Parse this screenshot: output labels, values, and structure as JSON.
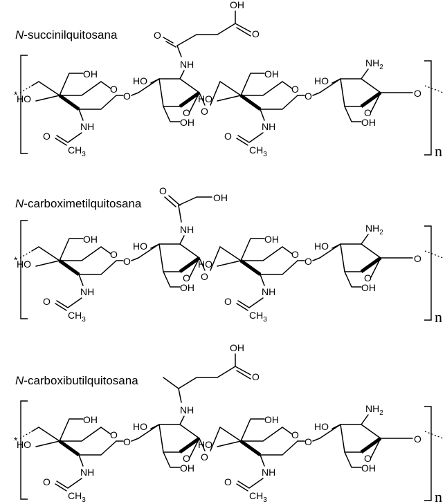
{
  "structures": [
    {
      "title_prefix": "N",
      "title_rest": "-succinilquitosana",
      "substituent": "succinyl",
      "repeat_label": "n",
      "atoms": {
        "acid_oh": "OH",
        "acid_o": "O",
        "amide_o": "O",
        "linked_nh": "NH",
        "ring_o": "O",
        "glyco_o": "O",
        "oh": "OH",
        "ho": "HO",
        "nh": "NH",
        "ch3_c": "CH",
        "ch3_sub": "3",
        "nh2_n": "NH",
        "nh2_sub": "2",
        "end_star": "*"
      }
    },
    {
      "title_prefix": "N",
      "title_rest": "-carboximetilquitosana",
      "substituent": "carboxy",
      "repeat_label": "n",
      "atoms": {
        "acid_oh": "OH",
        "acid_o": "O",
        "amide_o": "O",
        "linked_nh": "NH",
        "ring_o": "O",
        "glyco_o": "O",
        "oh": "OH",
        "ho": "HO",
        "nh": "NH",
        "ch3_c": "CH",
        "ch3_sub": "3",
        "nh2_n": "NH",
        "nh2_sub": "2",
        "end_star": "*"
      }
    },
    {
      "title_prefix": "N",
      "title_rest": "-carboxibutilquitosana",
      "substituent": "butyl",
      "repeat_label": "n",
      "atoms": {
        "acid_oh": "OH",
        "acid_o": "O",
        "amide_o": "O",
        "linked_nh": "NH",
        "ring_o": "O",
        "glyco_o": "O",
        "oh": "OH",
        "ho": "HO",
        "nh": "NH",
        "ch3_c": "CH",
        "ch3_sub": "3",
        "nh2_n": "NH",
        "nh2_sub": "2",
        "end_star": "*"
      }
    }
  ]
}
